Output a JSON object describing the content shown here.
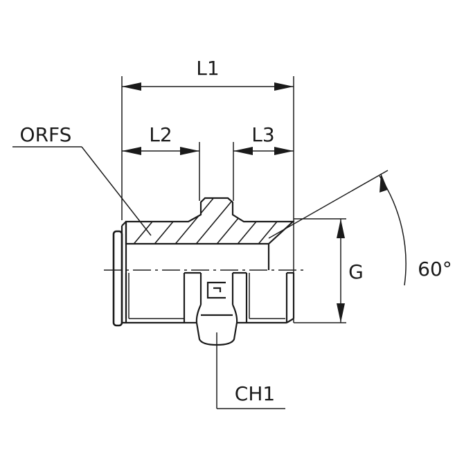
{
  "diagram": {
    "subject": "Straight male adapter fitting, ORFS end to 60° cone end",
    "labels": {
      "overall_length": "L1",
      "orfs_length": "L2",
      "cone_length": "L3",
      "face_seal": "ORFS",
      "thread": "G",
      "hex": "CH1",
      "cone_angle": "60°"
    },
    "colors": {
      "line": "#1a1a1a",
      "background": "#ffffff"
    }
  }
}
